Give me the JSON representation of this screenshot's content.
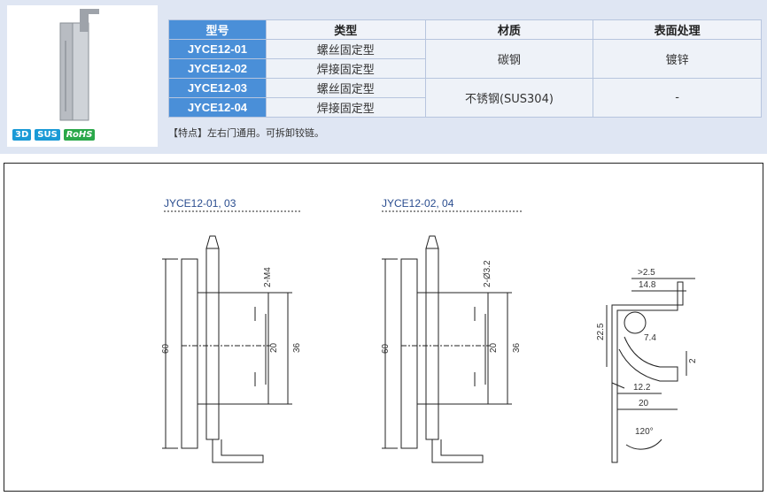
{
  "badges": {
    "d3": "3D",
    "sus": "SUS",
    "rohs": "RoHS"
  },
  "table": {
    "headers": {
      "model": "型号",
      "type": "类型",
      "material": "材质",
      "surface": "表面处理"
    },
    "rows": [
      {
        "model": "JYCE12-01",
        "type": "螺丝固定型"
      },
      {
        "model": "JYCE12-02",
        "type": "焊接固定型"
      },
      {
        "model": "JYCE12-03",
        "type": "螺丝固定型"
      },
      {
        "model": "JYCE12-04",
        "type": "焊接固定型"
      }
    ],
    "material_a": "碳钢",
    "surface_a": "镀锌",
    "material_b": "不锈钢(SUS304)",
    "surface_b": "-"
  },
  "note": "【特点】左右门通用。可拆卸铰链。",
  "drawing": {
    "label_a": "JYCE12-01, 03",
    "label_b": "JYCE12-02, 04",
    "dims_a": {
      "total": "60",
      "mid": "20",
      "right": "36",
      "hole": "2-M4"
    },
    "dims_b": {
      "total": "60",
      "mid": "20",
      "right": "36",
      "hole": "2-Ø3.2"
    },
    "dims_c": {
      "gap": ">2.5",
      "w1": "14.8",
      "h": "22.5",
      "r": "7.4",
      "t": "2",
      "w2": "12.2",
      "w3": "20",
      "angle": "120°"
    }
  }
}
